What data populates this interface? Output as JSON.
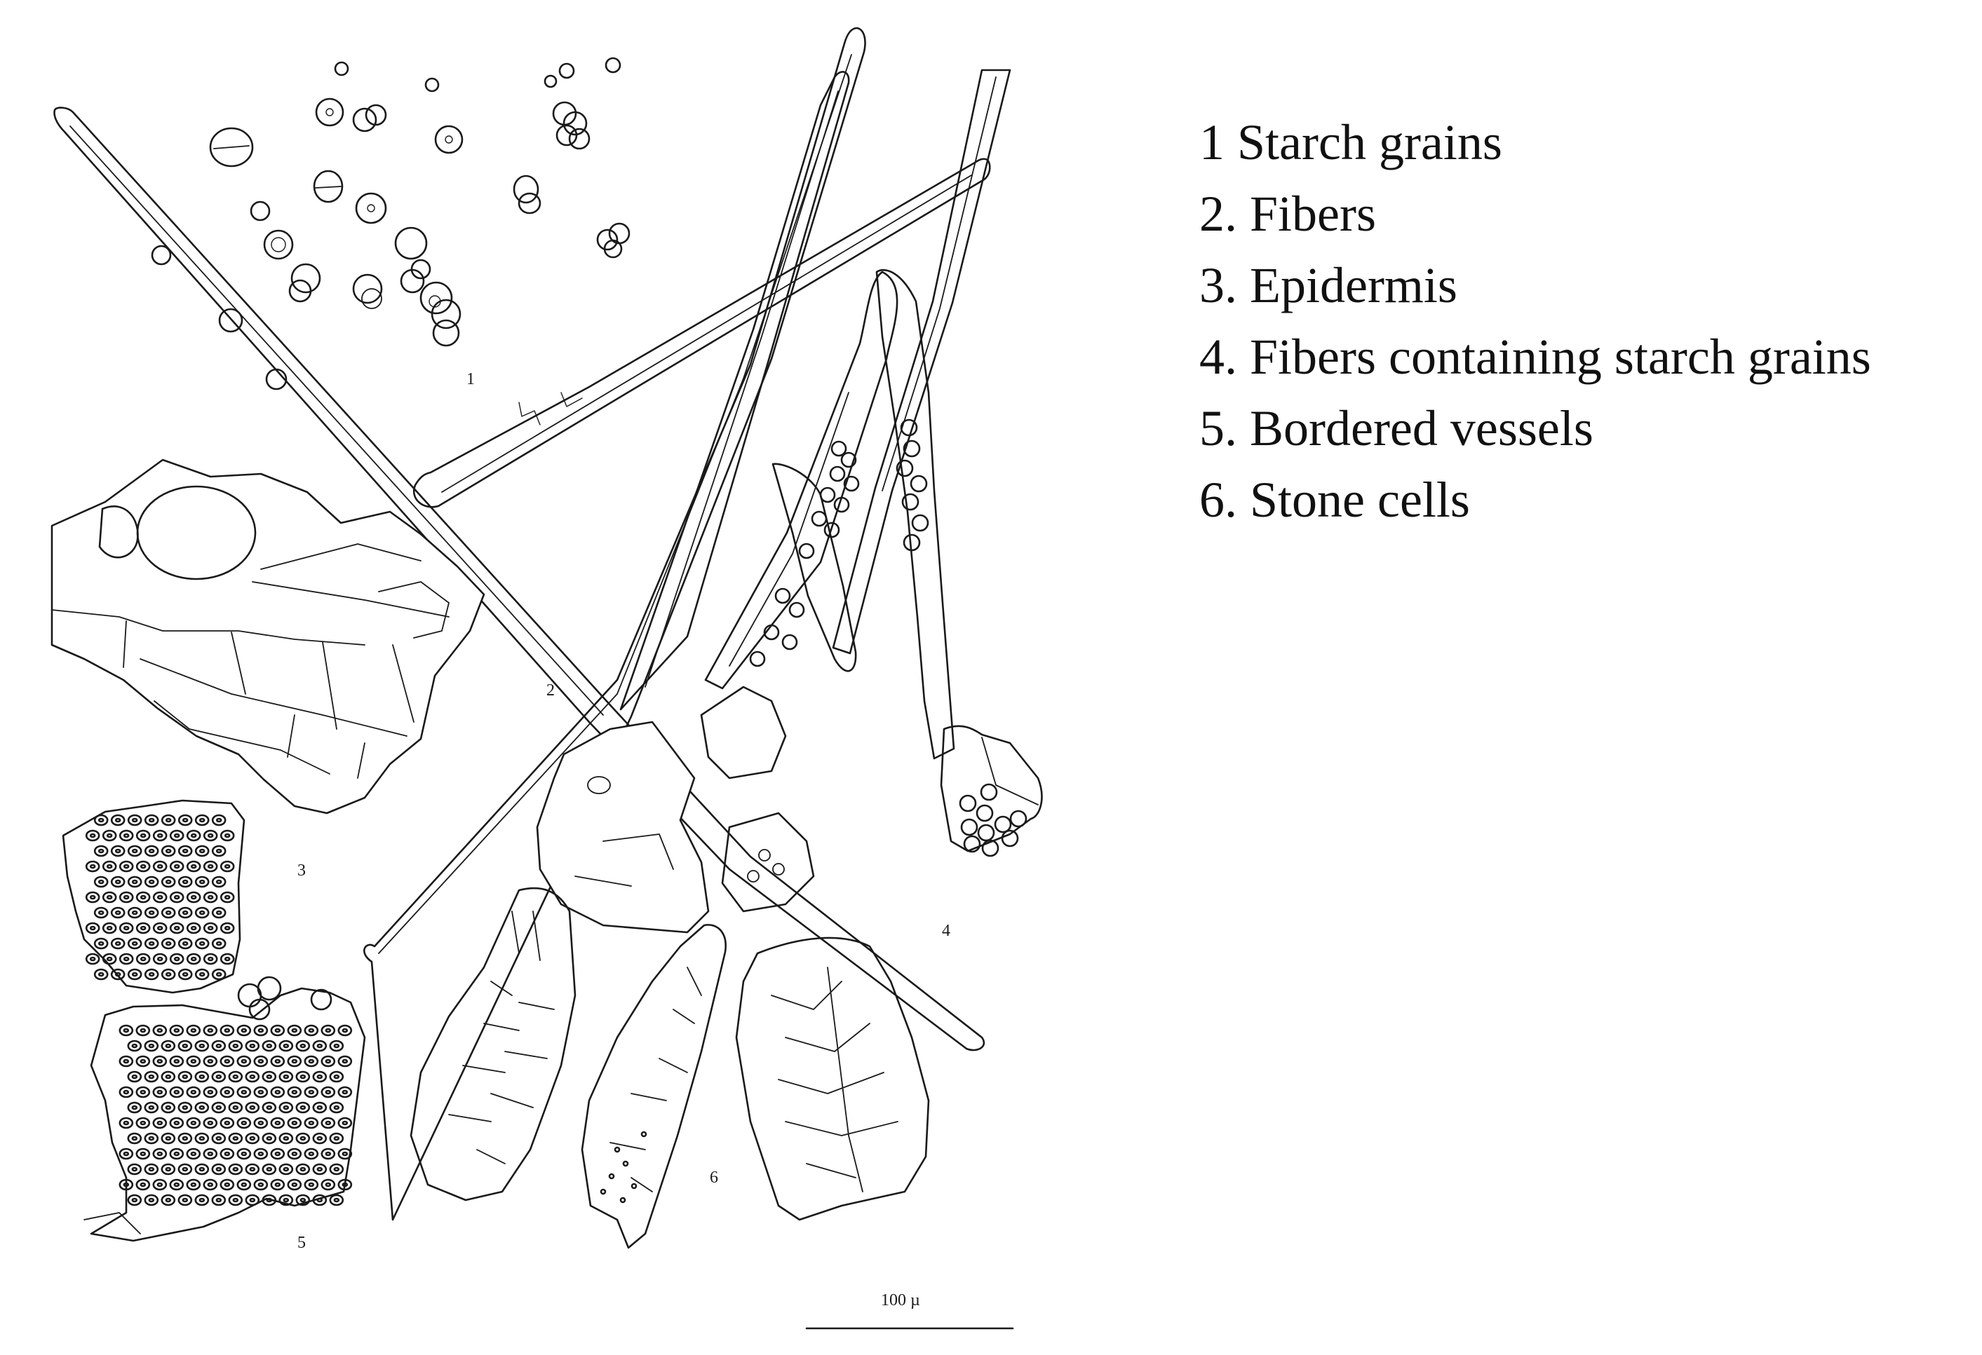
{
  "legend": {
    "items": [
      "1 Starch grains",
      "2. Fibers",
      "3. Epidermis",
      "4. Fibers containing starch grains",
      "5. Bordered vessels",
      "6. Stone cells"
    ]
  },
  "figure": {
    "labels": [
      "1",
      "2",
      "3",
      "4",
      "5",
      "6"
    ],
    "scale_bar": "100 µ"
  }
}
